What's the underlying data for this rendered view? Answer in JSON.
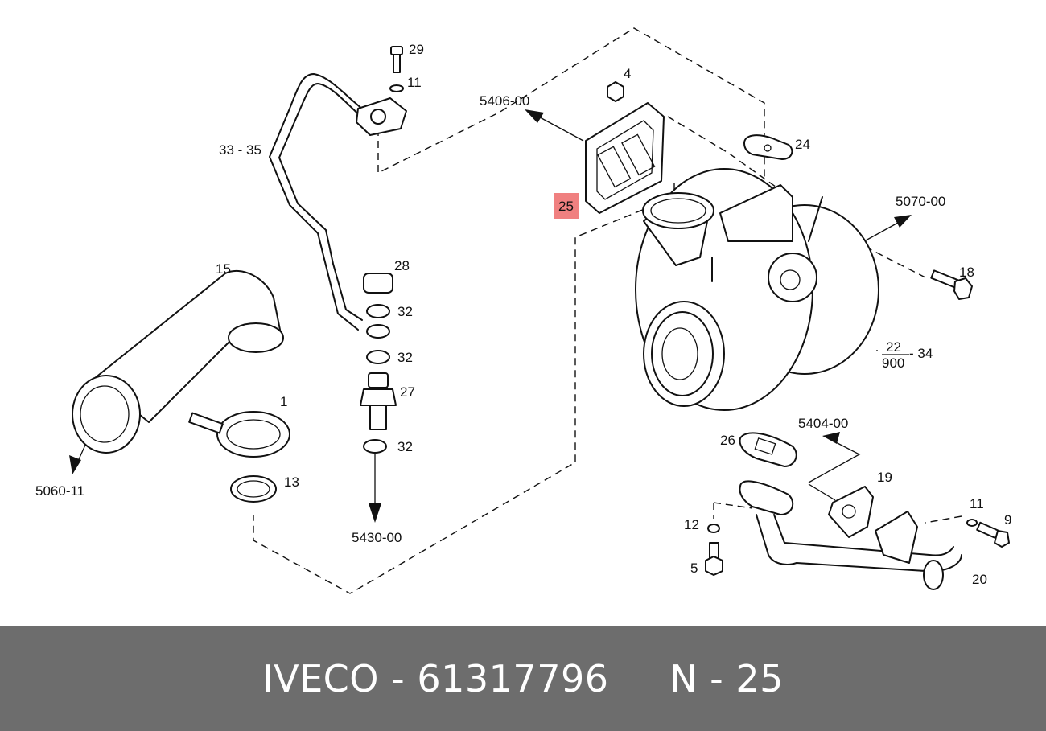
{
  "labels": {
    "l29": "29",
    "l11a": "11",
    "l4": "4",
    "l5406": "5406-00",
    "l24": "24",
    "l33_35": "33 - 35",
    "l25": "25",
    "l5070": "5070-00",
    "l28": "28",
    "l15": "15",
    "l32a": "32",
    "l18": "18",
    "l32b": "32",
    "l22": "22",
    "l900": "900",
    "l34": "- 34",
    "l27": "27",
    "l1": "1",
    "l5404": "5404-00",
    "l26": "26",
    "l32c": "32",
    "l5060": "5060-11",
    "l19": "19",
    "l13": "13",
    "l11b": "11",
    "l9": "9",
    "l12": "12",
    "l5430": "5430-00",
    "l5": "5",
    "l20": "20"
  },
  "highlight": {
    "part": "25",
    "color": "#f08080"
  },
  "footer": {
    "brand": "IVECO",
    "sep1": " - ",
    "part_number": "61317796",
    "gap": "     ",
    "ref": "N - 25"
  }
}
